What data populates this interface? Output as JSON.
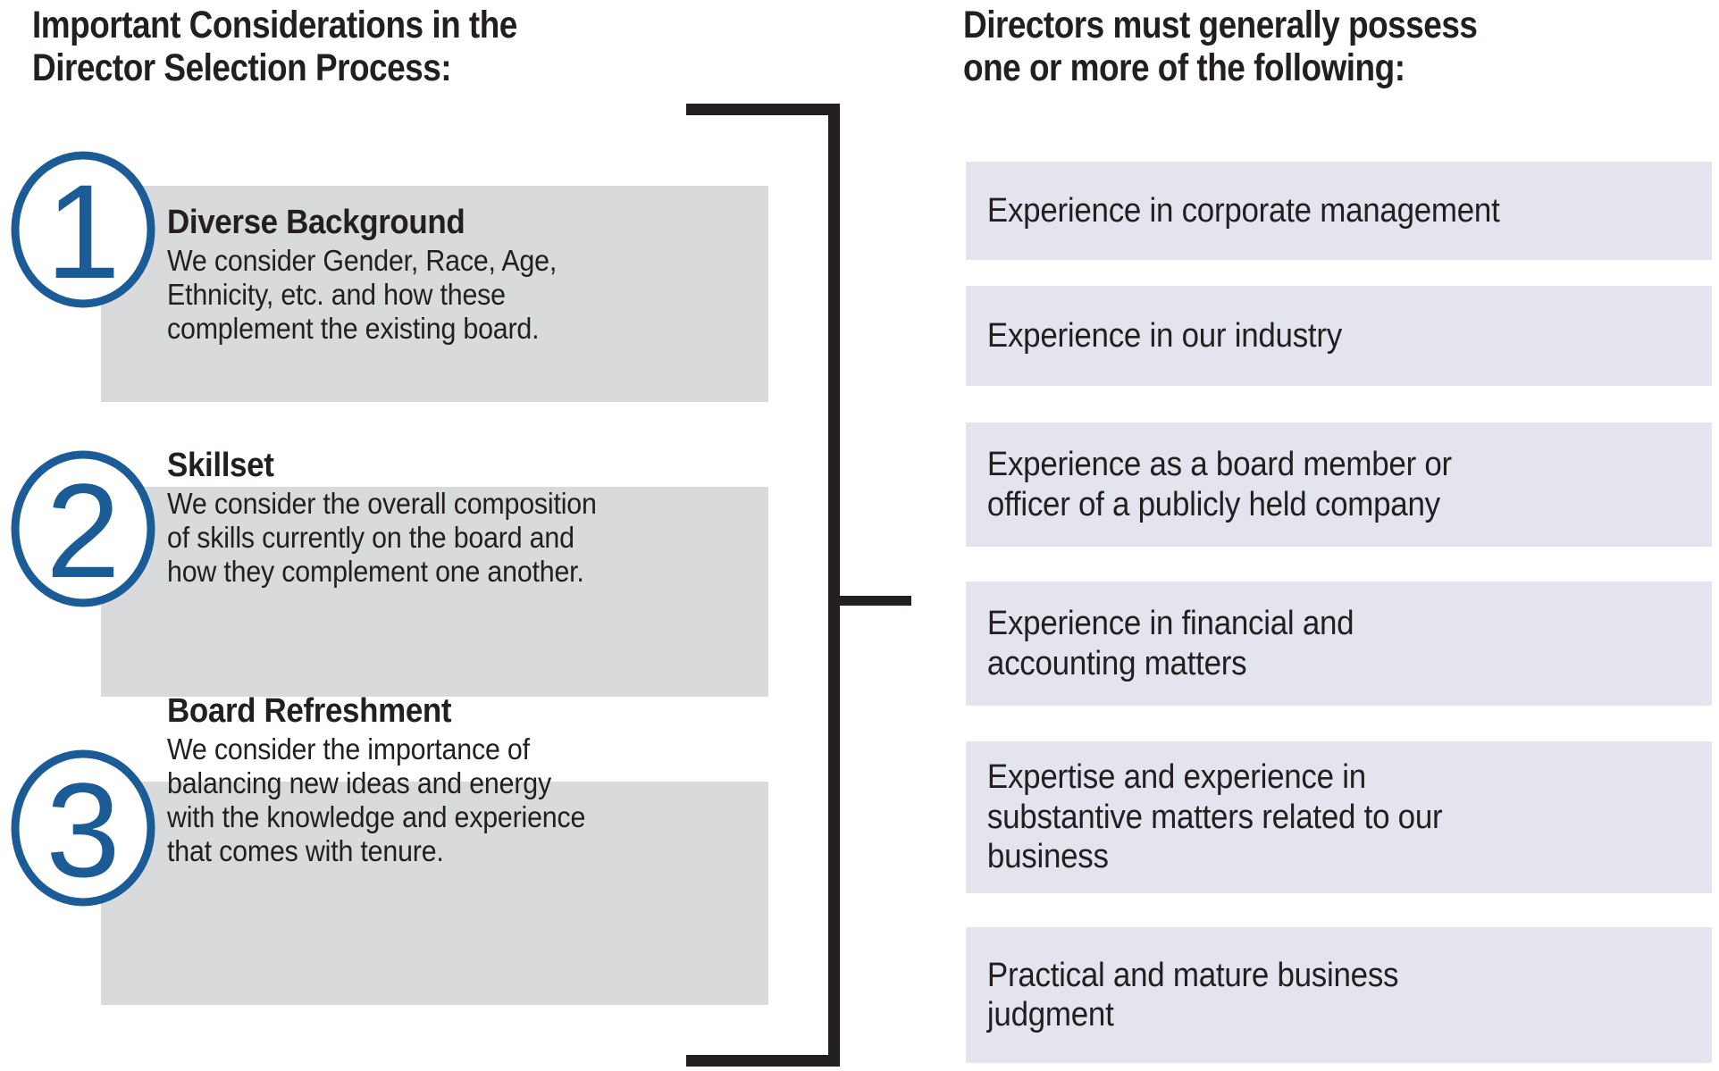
{
  "colors": {
    "accent_blue": "#1b5b96",
    "left_box_gray": "#d9dadb",
    "right_box_lavender": "#e4e4ee",
    "text_dark": "#231f20",
    "bracket_black": "#231f20",
    "background": "#ffffff"
  },
  "left": {
    "heading": "Important Considerations in the\nDirector Selection Process:",
    "items": [
      {
        "number": "1",
        "title": "Diverse Background",
        "description": "We consider Gender, Race, Age,\nEthnicity, etc. and how these\ncomplement the existing board."
      },
      {
        "number": "2",
        "title": "Skillset",
        "description": "We consider the overall composition\nof skills currently on the board and\nhow they complement one another."
      },
      {
        "number": "3",
        "title": "Board Refreshment",
        "description": "We consider the importance of\nbalancing new ideas and energy\nwith the knowledge and experience\nthat comes with tenure."
      }
    ]
  },
  "right": {
    "heading": "Directors must generally possess\none or more of the following:",
    "items": [
      {
        "text": "Experience in corporate management"
      },
      {
        "text": "Experience in our industry"
      },
      {
        "text": "Experience as a board member or\nofficer of a publicly held company"
      },
      {
        "text": "Experience in financial and\naccounting matters"
      },
      {
        "text": "Expertise and experience in\nsubstantive matters related to our\nbusiness"
      },
      {
        "text": "Practical and mature business\njudgment"
      }
    ]
  },
  "connector": {
    "name": "bracket-connector",
    "shape": "right-facing-bracket"
  }
}
